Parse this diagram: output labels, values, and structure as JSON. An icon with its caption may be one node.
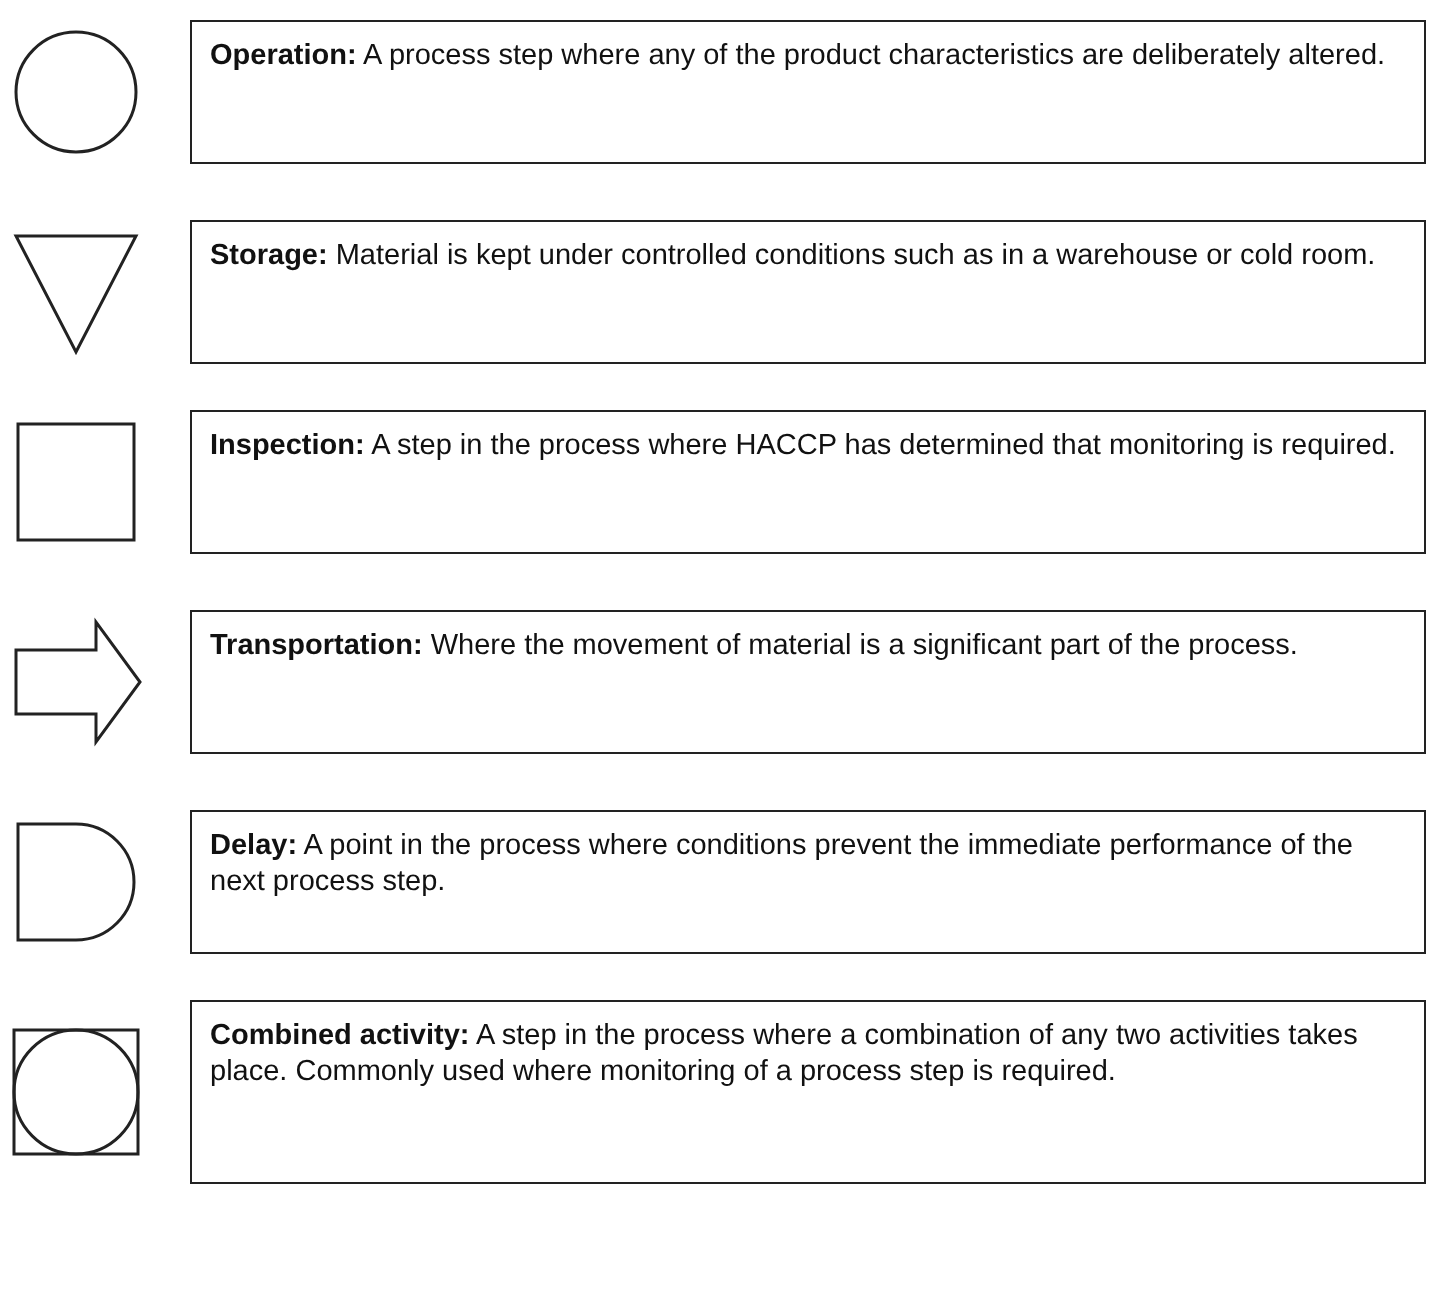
{
  "diagram": {
    "nodes": [
      {
        "text": [],
        "shape": "circle"
      },
      {
        "text": [
          "**Operation:** A process step where any of the product characteristics are deliberately altered."
        ]
      },
      {
        "text": [],
        "shape": "triangle"
      },
      {
        "text": [
          "**Storage:** Material is kept under controlled conditions such as in a warehouse or cold room."
        ]
      },
      {
        "text": [],
        "shape": "square"
      },
      {
        "text": [
          "**Inspection:** A step in the process where HACCP has determined that monitoring is required."
        ]
      },
      {
        "text": [],
        "shape": "arrow"
      },
      {
        "text": [
          "**Transportation:** Where the movement of material is a significant part of the process."
        ]
      },
      {
        "text": [],
        "shape": "delay"
      },
      {
        "text": [
          "**Delay:** A point in the process where conditions prevent the immediate performance of the next process step."
        ]
      },
      {
        "text": [],
        "shape": "combined"
      },
      {
        "text": [
          "**Combined activity:** A step in the process where a combination of any two activities takes place. Commonly used where monitoring of a process step is required."
        ]
      }
    ]
  }
}
